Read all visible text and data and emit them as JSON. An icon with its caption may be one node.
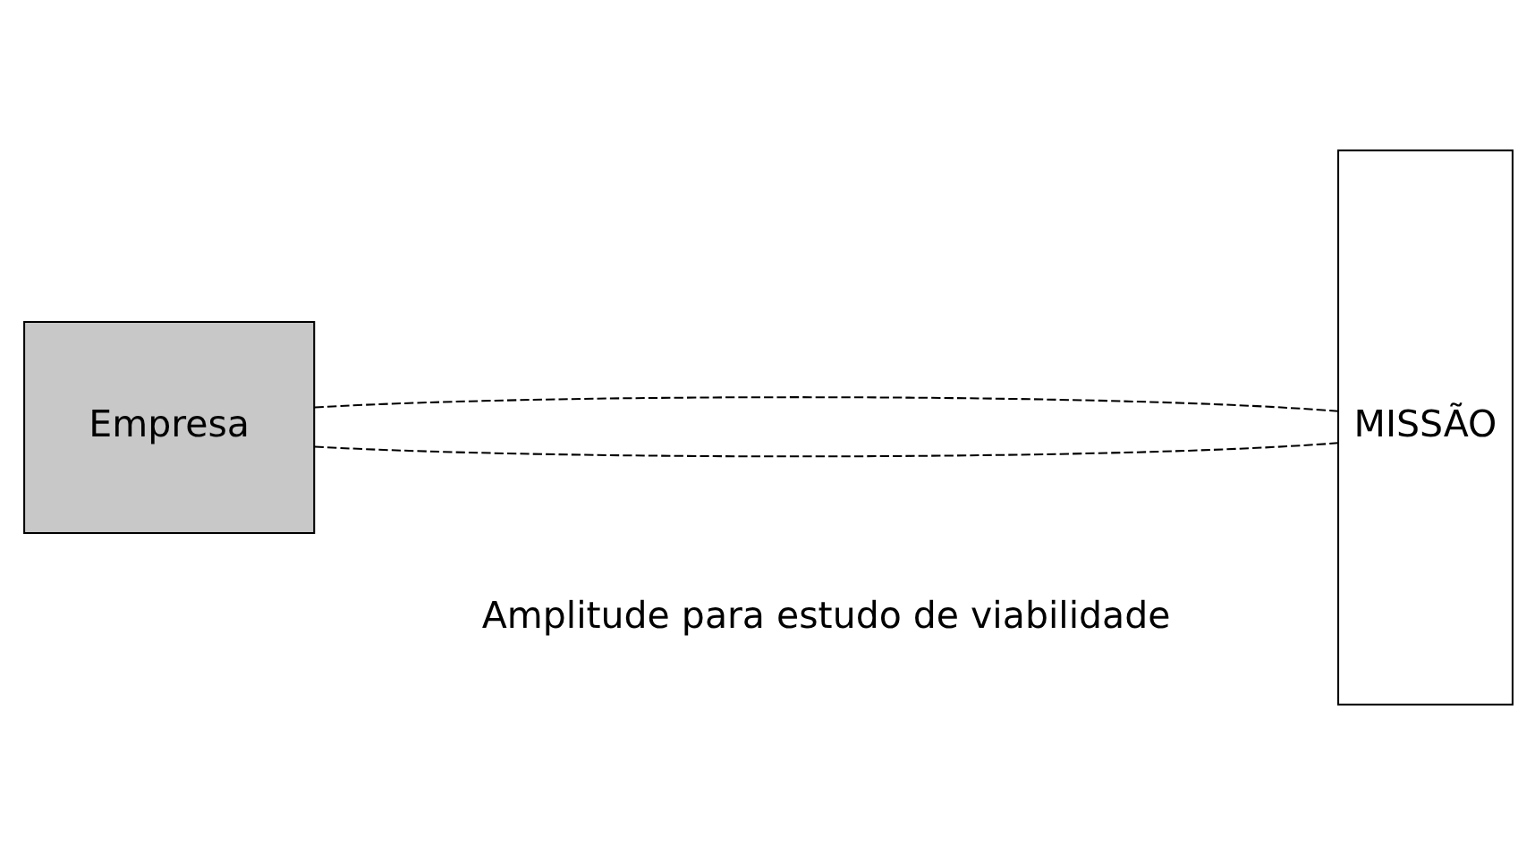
{
  "diagram": {
    "nodes": [
      {
        "text": [
          "Empresa"
        ]
      },
      {
        "text": [
          "MISSÃO"
        ]
      }
    ],
    "edges": [
      {
        "from": 0,
        "to": 1,
        "arrow": "none",
        "style": "dashed"
      },
      {
        "from": 0,
        "to": 1,
        "arrow": "none",
        "style": "dashed"
      }
    ],
    "labels": [
      "Amplitude para estudo de viabilidade"
    ]
  }
}
